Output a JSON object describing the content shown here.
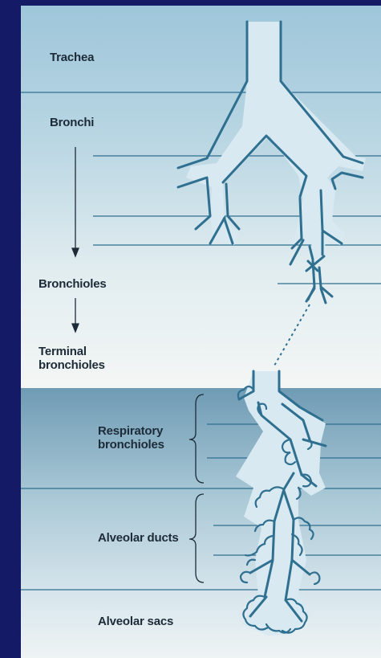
{
  "labels": {
    "trachea": "Trachea",
    "bronchi": "Bronchi",
    "bronchioles": "Bronchioles",
    "terminal_bronchioles": "Terminal\nbronchioles",
    "respiratory_bronchioles": "Respiratory\nbronchioles",
    "alveolar_ducts": "Alveolar ducts",
    "alveolar_sacs": "Alveolar sacs"
  },
  "colors": {
    "frame": "#141a66",
    "upper_zone_top": "#9ec6da",
    "upper_zone_bottom": "#f3f6f5",
    "lower_zone_top": "#6f9bb4",
    "lower_zone_bottom": "#eef3f4",
    "line": "#2f6f8f",
    "tube": "#d8e9f1"
  }
}
